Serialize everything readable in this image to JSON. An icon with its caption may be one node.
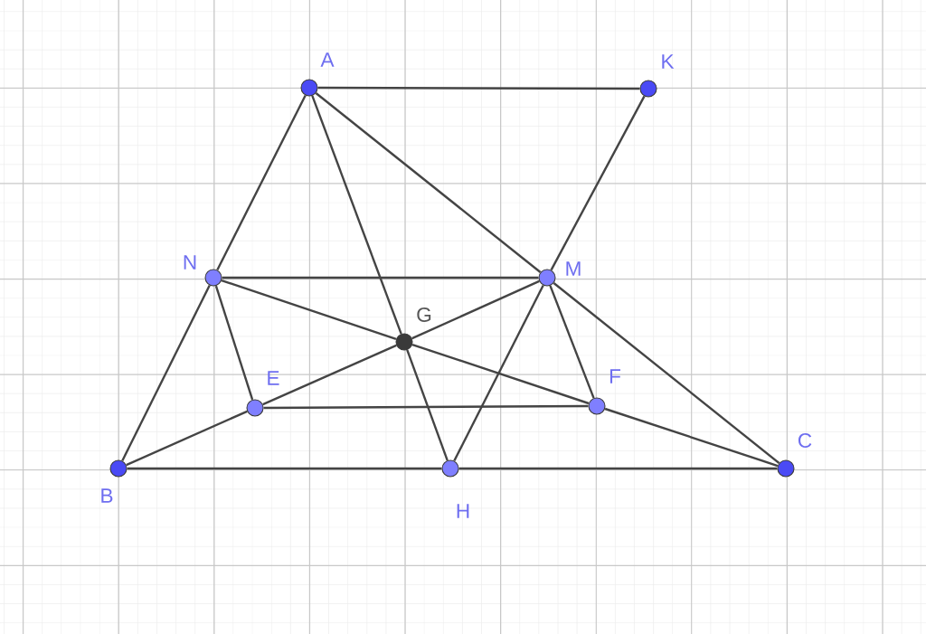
{
  "diagram": {
    "nodes": [
      {
        "text": [],
        "shape": "circle",
        "beside": [
          "A"
        ]
      },
      {
        "text": [],
        "shape": "circle",
        "beside": [
          "K"
        ]
      },
      {
        "text": [],
        "shape": "circle",
        "beside": [
          "N"
        ]
      },
      {
        "text": [],
        "shape": "circle",
        "beside": [
          "M"
        ]
      },
      {
        "text": [],
        "shape": "circle",
        "beside": [
          "G"
        ]
      },
      {
        "text": [],
        "shape": "circle",
        "beside": [
          "E"
        ]
      },
      {
        "text": [],
        "shape": "circle",
        "beside": [
          "F"
        ]
      },
      {
        "text": [],
        "shape": "circle",
        "beside": [
          "B"
        ]
      },
      {
        "text": [],
        "shape": "circle",
        "beside": [
          "H"
        ]
      },
      {
        "text": [],
        "shape": "circle",
        "beside": [
          "C"
        ]
      }
    ],
    "edges": [
      {
        "from": 0,
        "to": 1,
        "arrow": "none"
      },
      {
        "from": 0,
        "to": 2,
        "arrow": "none"
      },
      {
        "from": 0,
        "to": 4,
        "arrow": "none"
      },
      {
        "from": 4,
        "to": 8,
        "arrow": "none"
      },
      {
        "from": 0,
        "to": 3,
        "arrow": "none"
      },
      {
        "from": 1,
        "to": 3,
        "arrow": "none"
      },
      {
        "from": 2,
        "to": 3,
        "arrow": "none"
      },
      {
        "from": 2,
        "to": 4,
        "arrow": "none"
      },
      {
        "from": 4,
        "to": 6,
        "arrow": "none"
      },
      {
        "from": 5,
        "to": 4,
        "arrow": "none"
      },
      {
        "from": 4,
        "to": 3,
        "arrow": "none"
      },
      {
        "from": 2,
        "to": 7,
        "arrow": "none"
      },
      {
        "from": 2,
        "to": 5,
        "arrow": "none"
      },
      {
        "from": 3,
        "to": 6,
        "arrow": "none"
      },
      {
        "from": 3,
        "to": 8,
        "arrow": "none"
      },
      {
        "from": 3,
        "to": 9,
        "arrow": "none"
      },
      {
        "from": 5,
        "to": 6,
        "arrow": "none"
      },
      {
        "from": 7,
        "to": 5,
        "arrow": "none"
      },
      {
        "from": 6,
        "to": 9,
        "arrow": "none"
      },
      {
        "from": 7,
        "to": 8,
        "arrow": "none"
      },
      {
        "from": 8,
        "to": 9,
        "arrow": "none"
      }
    ]
  }
}
